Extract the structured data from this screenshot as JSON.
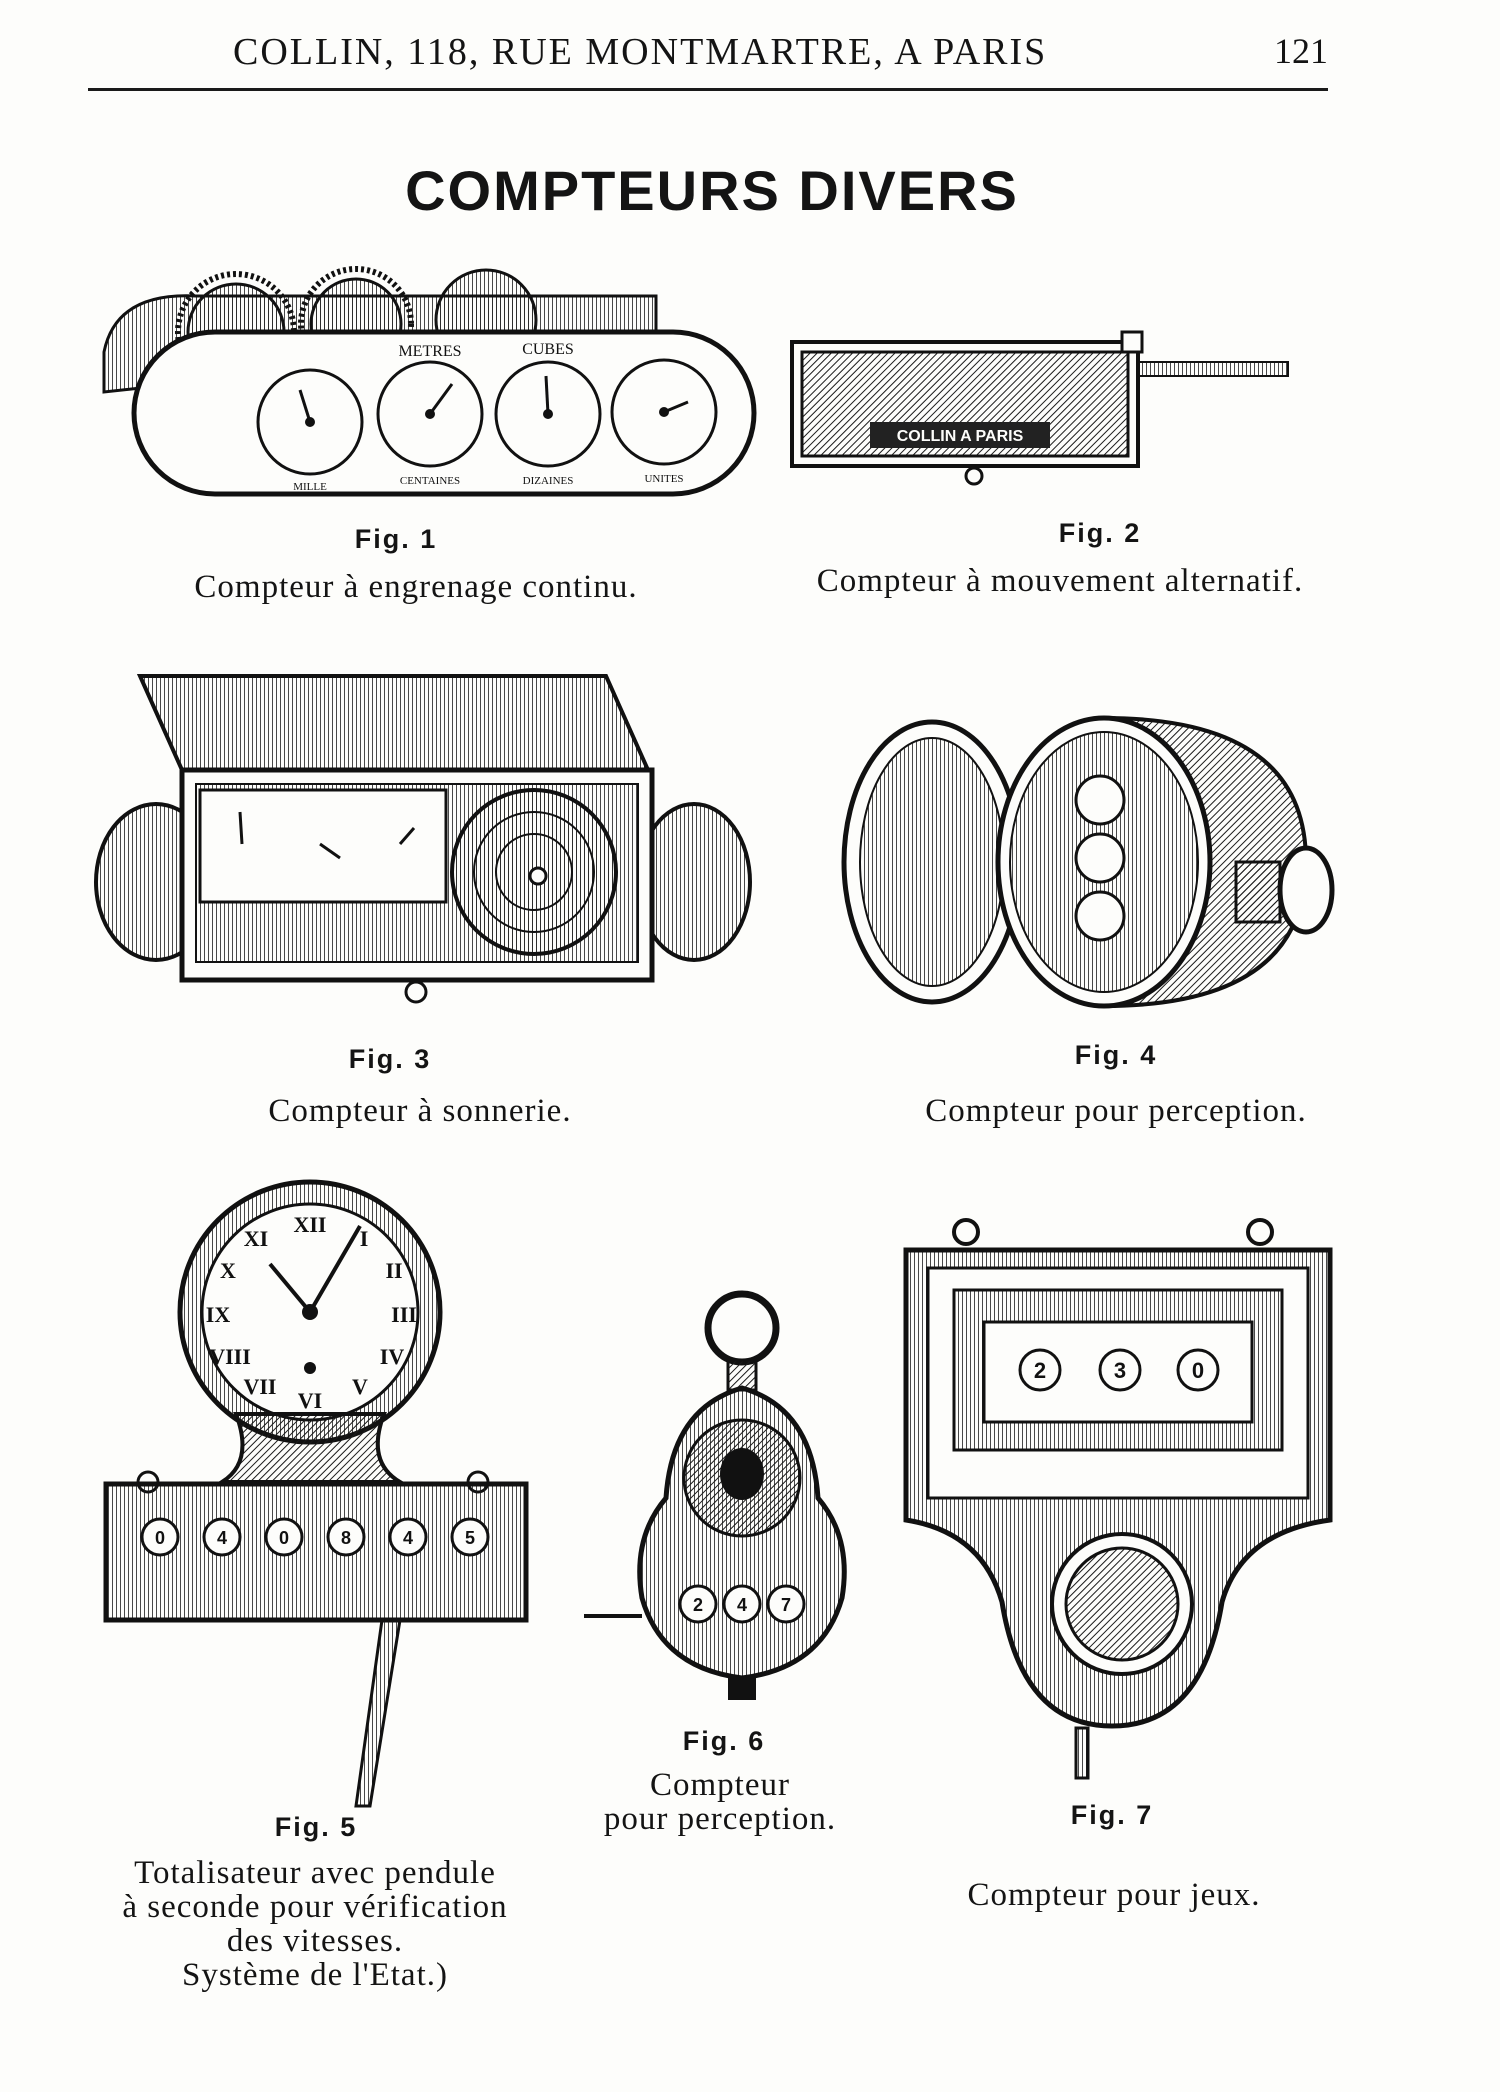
{
  "header": {
    "running_title": "COLLIN, 118, RUE MONTMARTRE, A PARIS",
    "page_number": "121"
  },
  "title": "COMPTEURS DIVERS",
  "figures": [
    {
      "label": "Fig. 1",
      "caption": "Compteur à engrenage continu.",
      "engraving": {
        "top_words": [
          "METRES",
          "CUBES"
        ],
        "bottom_words": [
          "MILLE",
          "CENTAINES",
          "DIZAINES",
          "UNITES"
        ]
      }
    },
    {
      "label": "Fig. 2",
      "caption": "Compteur à mouvement alternatif.",
      "engraving": {
        "plate": "COLLIN A PARIS"
      }
    },
    {
      "label": "Fig. 3",
      "caption": "Compteur à sonnerie."
    },
    {
      "label": "Fig. 4",
      "caption": "Compteur pour perception."
    },
    {
      "label": "Fig. 5",
      "caption_lines": [
        "Totalisateur avec pendule",
        "à seconde pour vérification",
        "des vitesses.",
        "Système de l'Etat.)"
      ],
      "engraving": {
        "counter_digits": [
          "0",
          "4",
          "0",
          "8",
          "4",
          "5"
        ]
      }
    },
    {
      "label": "Fig. 6",
      "caption_lines": [
        "Compteur",
        "pour perception."
      ],
      "engraving": {
        "counter_digits": [
          "2",
          "4",
          "7"
        ]
      }
    },
    {
      "label": "Fig. 7",
      "caption": "Compteur pour jeux.",
      "engraving": {
        "counter_digits": [
          "2",
          "3",
          "0"
        ]
      }
    }
  ]
}
